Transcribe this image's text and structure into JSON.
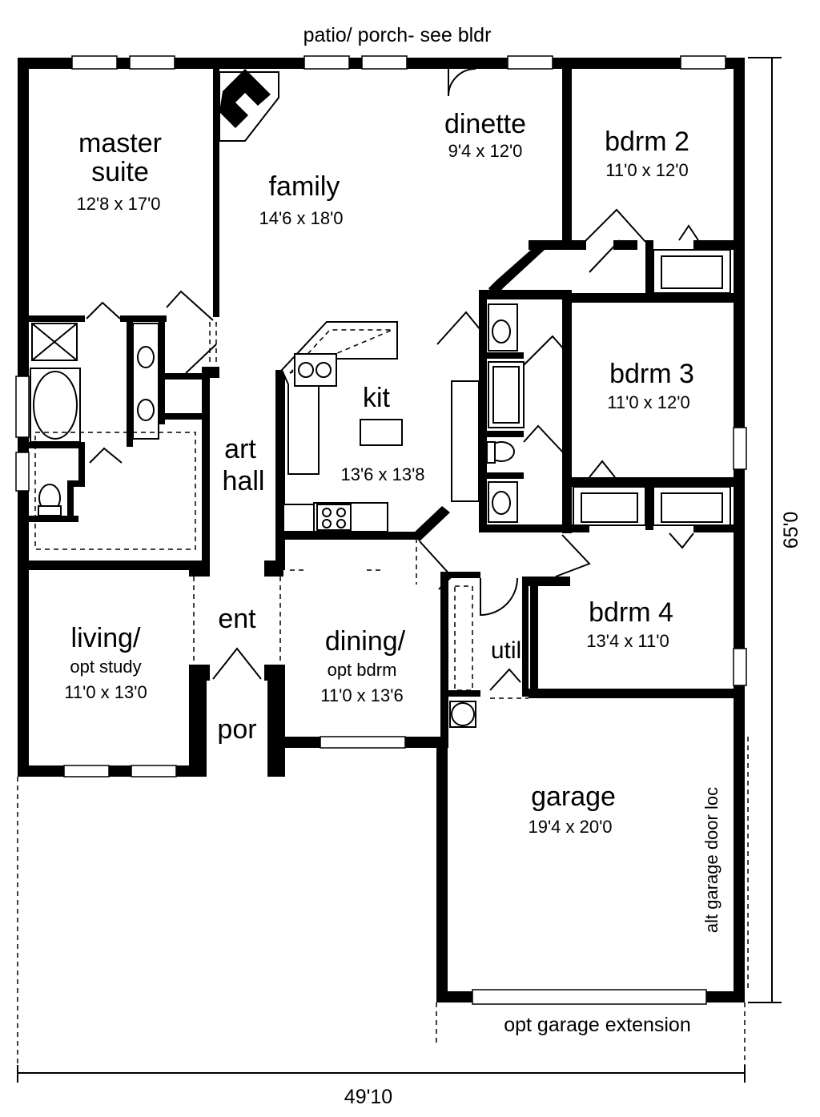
{
  "notes": {
    "patio": "patio/ porch- see bldr",
    "garage_extension": "opt garage extension",
    "garage_door": "alt garage door loc"
  },
  "dimensions": {
    "width": "49'10",
    "depth": "65'0"
  },
  "rooms": {
    "master": {
      "line1": "master",
      "line2": "suite",
      "size": "12'8 x 17'0"
    },
    "family": {
      "name": "family",
      "size": "14'6 x 18'0"
    },
    "dinette": {
      "name": "dinette",
      "size": "9'4 x 12'0"
    },
    "bdrm2": {
      "name": "bdrm 2",
      "size": "11'0 x 12'0"
    },
    "bdrm3": {
      "name": "bdrm 3",
      "size": "11'0 x 12'0"
    },
    "bdrm4": {
      "name": "bdrm 4",
      "size": "13'4 x 11'0"
    },
    "kit": {
      "name": "kit",
      "size": "13'6 x 13'8"
    },
    "art_hall": {
      "line1": "art",
      "line2": "hall"
    },
    "ent": {
      "name": "ent"
    },
    "por": {
      "name": "por"
    },
    "living": {
      "line1": "living/",
      "line2": "opt study",
      "size": "11'0 x 13'0"
    },
    "dining": {
      "line1": "dining/",
      "line2": "opt bdrm",
      "size": "11'0 x 13'6"
    },
    "util": {
      "name": "util"
    },
    "garage": {
      "name": "garage",
      "size": "19'4 x 20'0"
    }
  }
}
